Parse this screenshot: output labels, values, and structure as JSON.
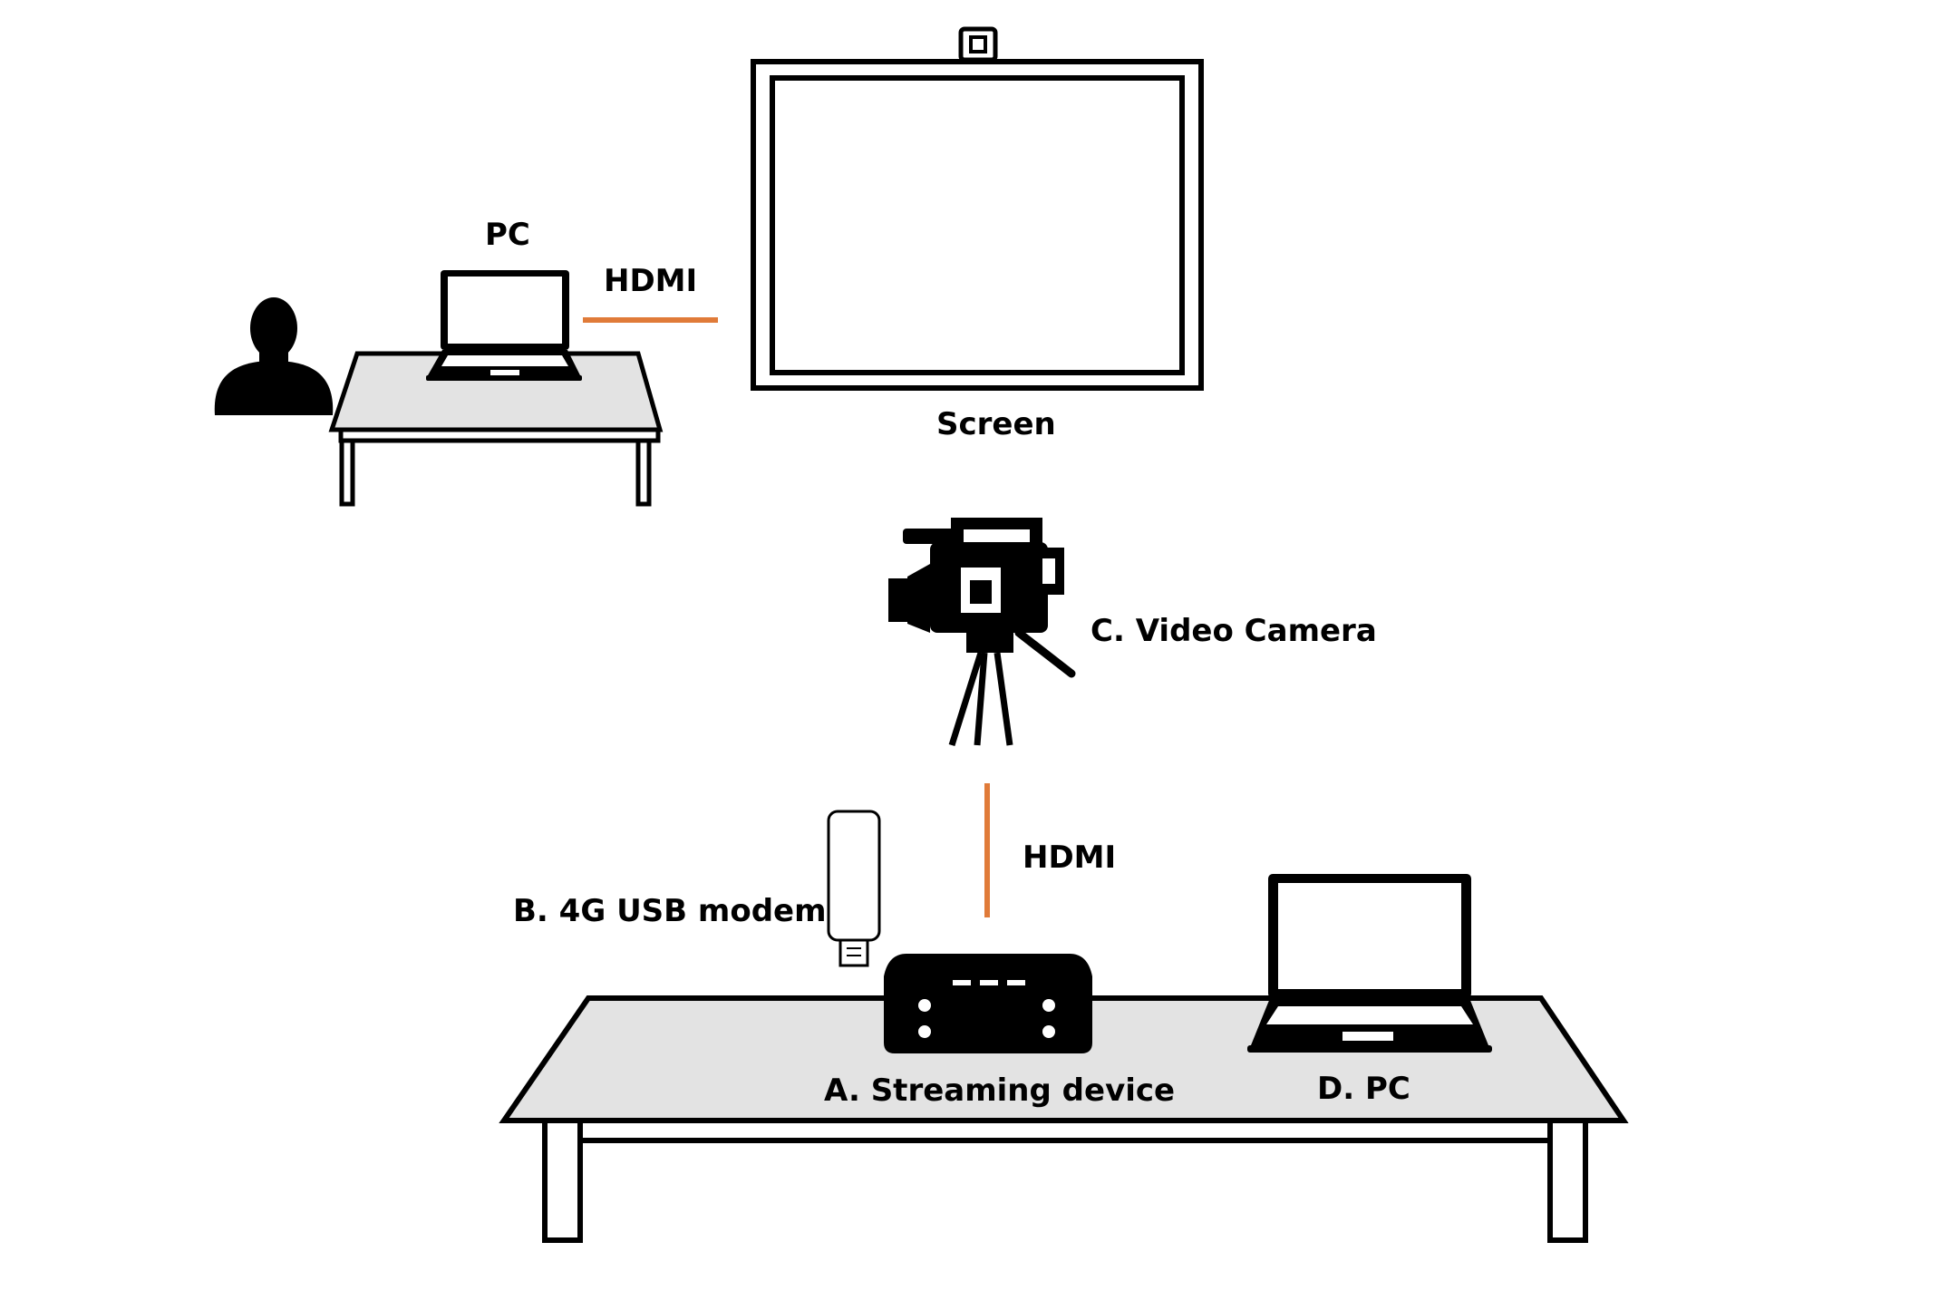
{
  "labels": {
    "pc_top": "PC",
    "hdmi_top": "HDMI",
    "screen": "Screen",
    "video_camera": "C. Video Camera",
    "hdmi_bottom": "HDMI",
    "usb_modem": "B. 4G USB modem",
    "streaming_device": "A. Streaming device",
    "pc_bottom": "D. PC"
  },
  "colors": {
    "cable": "#E07B39",
    "table_top": "#E3E3E3",
    "outline": "#000000"
  }
}
